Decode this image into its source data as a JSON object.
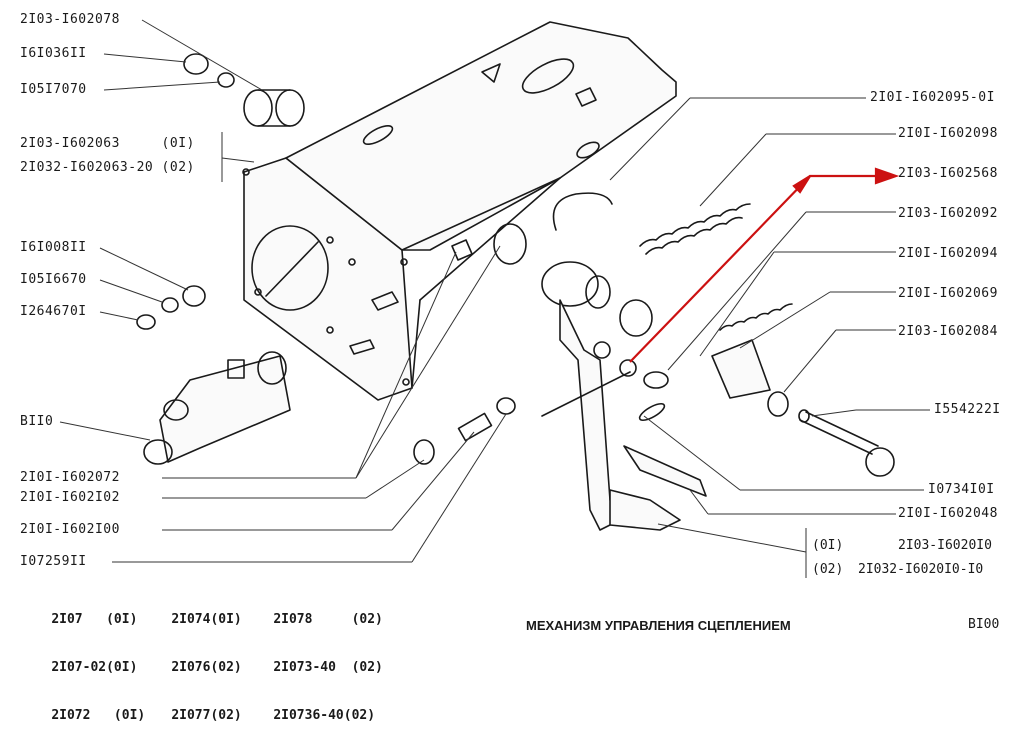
{
  "diagram": {
    "title": "МЕХАНИЗМ УПРАВЛЕНИЯ СЦЕПЛЕНИЕМ",
    "page_code": "BI00",
    "accent_arrow_color": "#cc1111",
    "left_labels": [
      "2I03-I602078",
      "I6I036II",
      "I05I7070",
      "2I03-I602063     (0I)",
      "2I032-I602063-20 (02)",
      "I6I008II",
      "I05I6670",
      "I264670I",
      "BII0",
      "2I0I-I602072",
      "2I0I-I602I02",
      "2I0I-I602I00",
      "I07259II"
    ],
    "right_labels": [
      "2I0I-I602095-0I",
      "2I0I-I602098",
      "2I03-I602568",
      "2I03-I602092",
      "2I0I-I602094",
      "2I0I-I602069",
      "2I03-I602084",
      "I554222I",
      "I0734I0I",
      "2I0I-I602048"
    ],
    "variants": [
      {
        "code": "(0I)",
        "part": "2I03-I6020I0"
      },
      {
        "code": "(02)",
        "part": "2I032-I6020I0-I0"
      }
    ],
    "models": [
      [
        "2I07   (0I)",
        "2I074(0I)",
        "2I078     (02)"
      ],
      [
        "2I07-02(0I)",
        "2I076(02)",
        "2I073-40  (02)"
      ],
      [
        "2I072   (0I)",
        "2I077(02)",
        "2I0736-40(02)"
      ]
    ]
  }
}
